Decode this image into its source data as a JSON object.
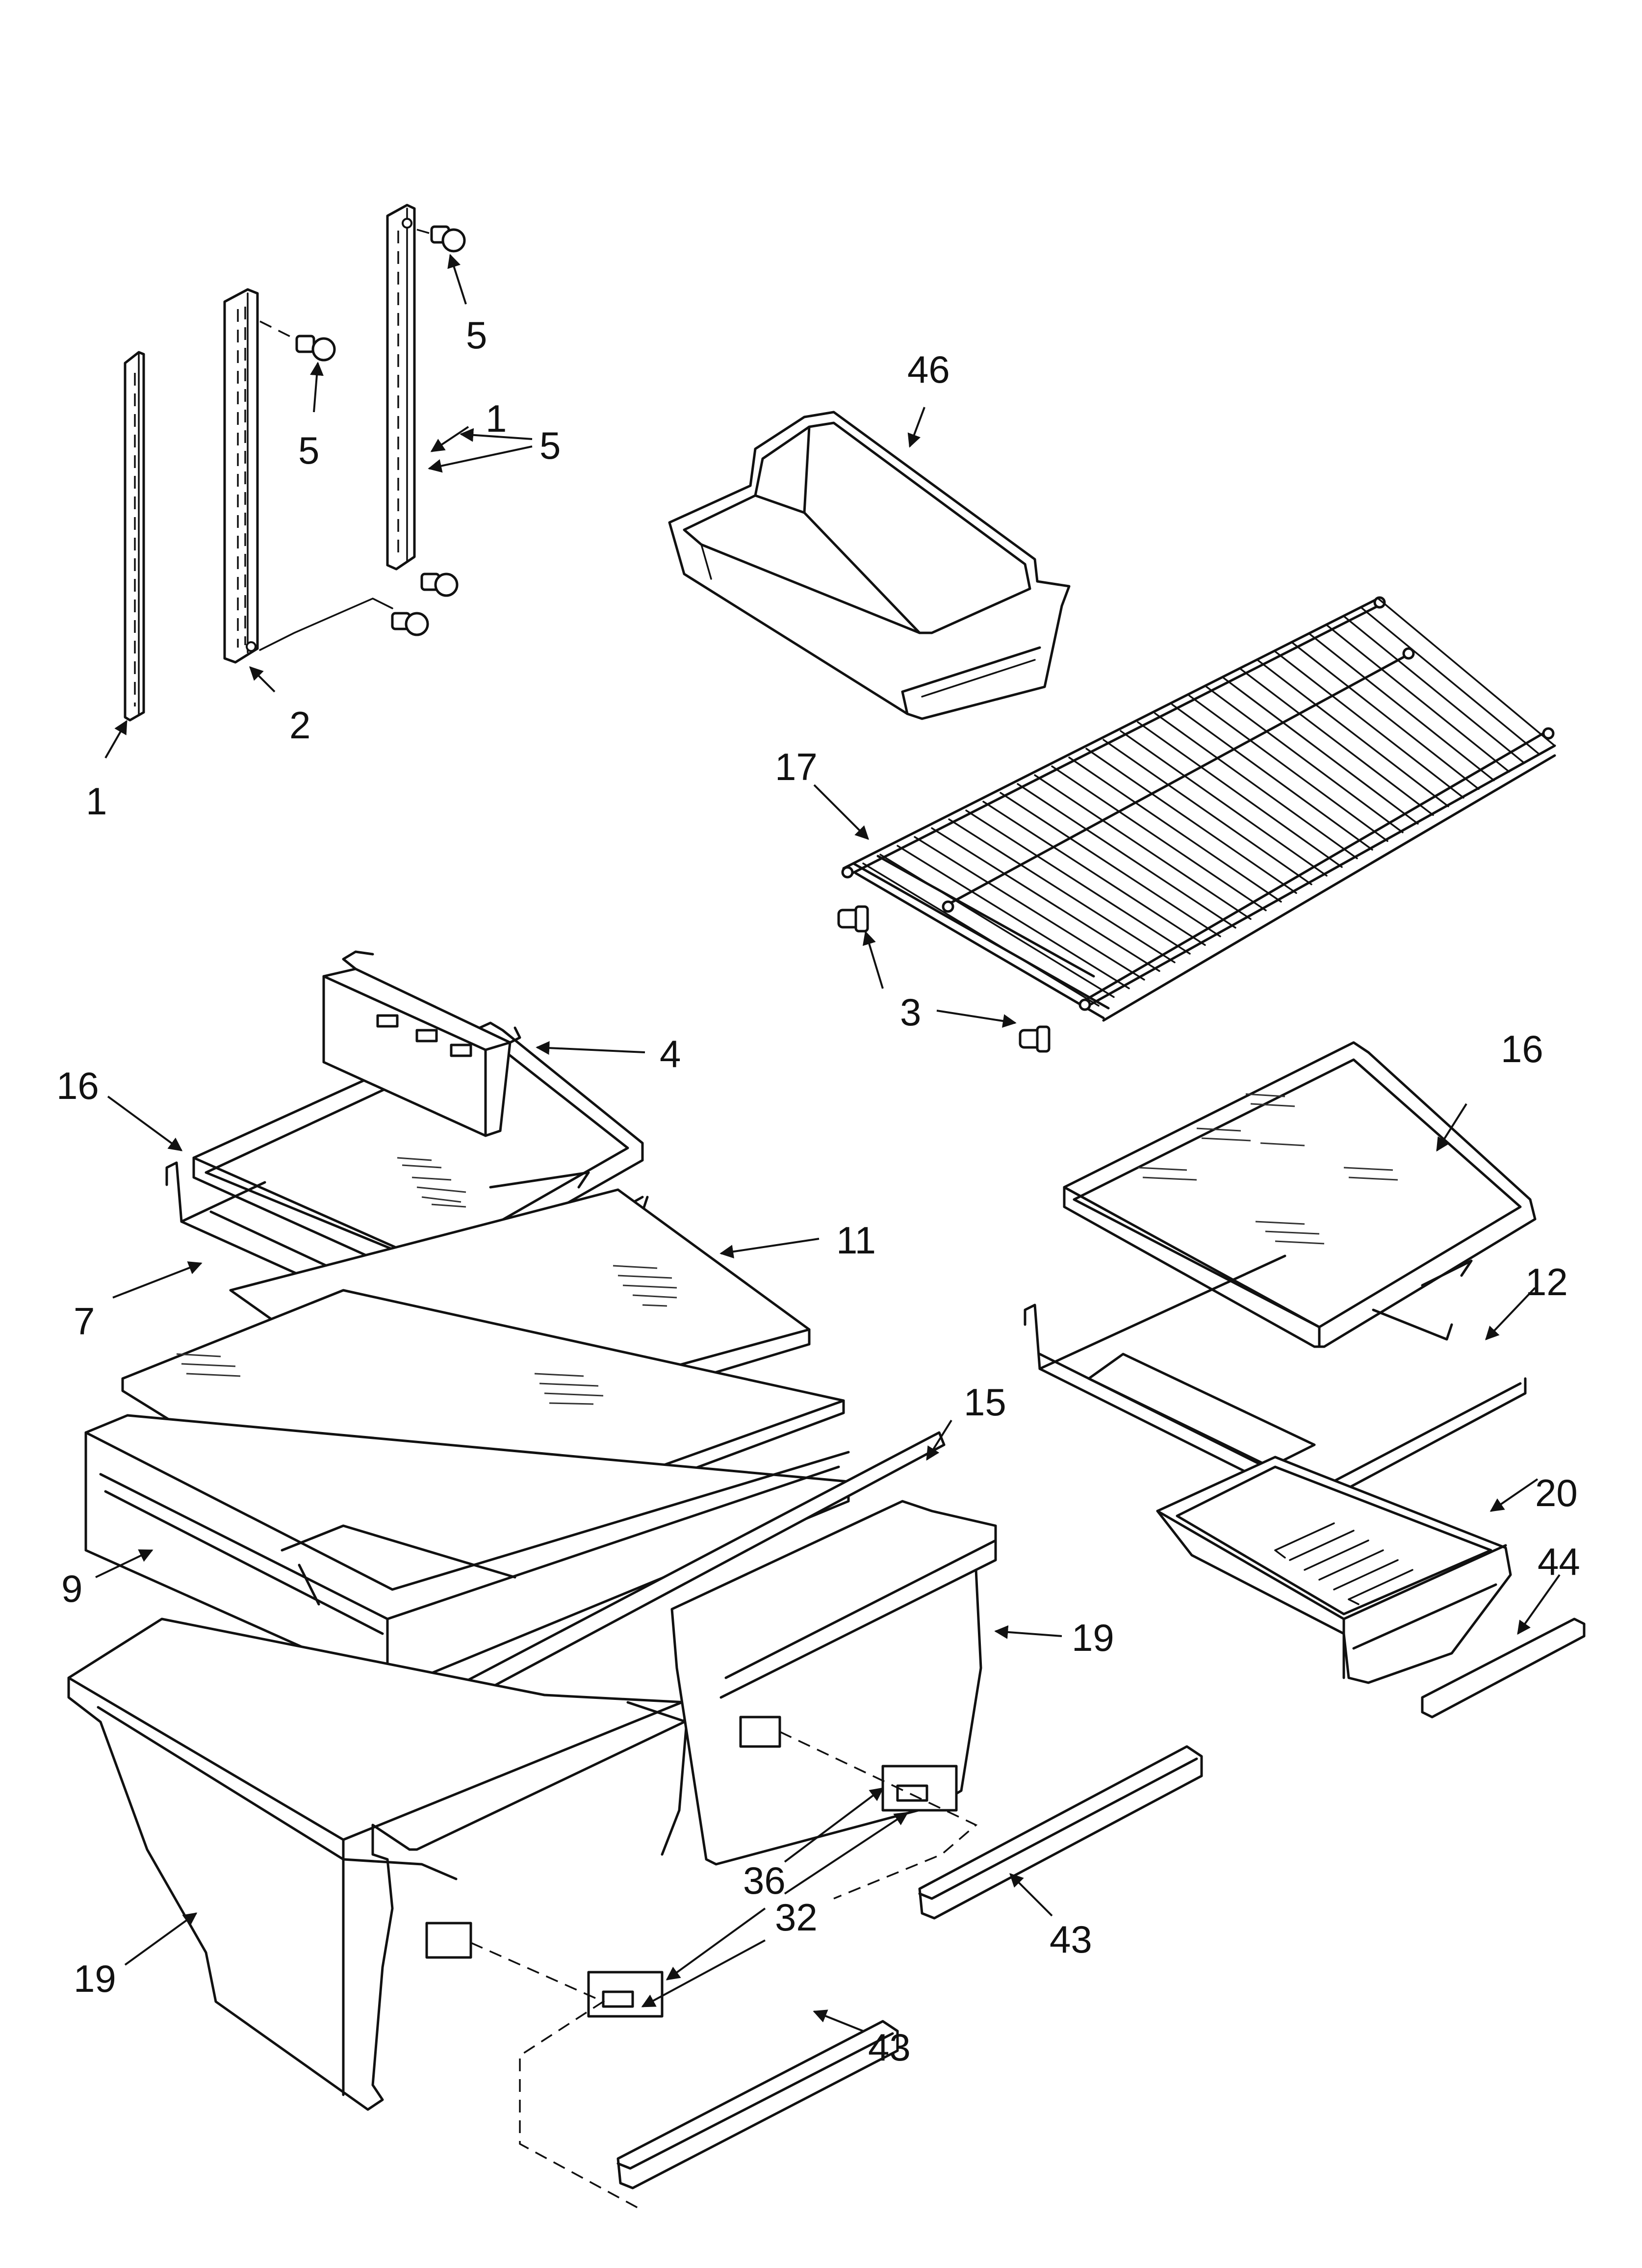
{
  "callouts": {
    "c1_left": "1",
    "c1_right": "1",
    "c2": "2",
    "c5_top": "5",
    "c5_mid": "5",
    "c5_pair": "5",
    "c46": "46",
    "c17": "17",
    "c3": "3",
    "c4": "4",
    "c16_left": "16",
    "c16_right": "16",
    "c11": "11",
    "c7": "7",
    "c12": "12",
    "c15": "15",
    "c9": "9",
    "c20": "20",
    "c44": "44",
    "c19_right": "19",
    "c19_left": "19",
    "c36": "36",
    "c32": "32",
    "c43_right": "43",
    "c43_left": "43"
  }
}
